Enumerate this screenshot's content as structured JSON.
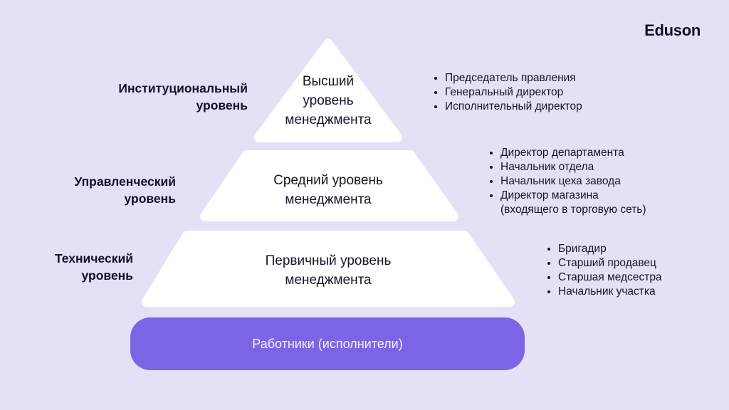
{
  "logo": "Eduson",
  "colors": {
    "background": "#E4E0F6",
    "pyramid_fill": "#FFFFFF",
    "banner_fill": "#7D64E4",
    "text_dark": "#14102A",
    "banner_text": "#F4F1FD"
  },
  "levels": [
    {
      "side_label": "Институциональный\nуровень",
      "pyramid_label": "Высший\nуровень\nменеджмента",
      "roles": [
        "Председатель правления",
        "Генеральный директор",
        "Исполнительный директор"
      ]
    },
    {
      "side_label": "Управленческий\nуровень",
      "pyramid_label": "Средний уровень\nменеджмента",
      "roles": [
        "Директор департамента",
        "Начальник отдела",
        "Начальник цеха завода",
        "Директор магазина\n(входящего в торговую сеть)"
      ]
    },
    {
      "side_label": "Технический\nуровень",
      "pyramid_label": "Первичный уровень\nменеджмента",
      "roles": [
        "Бригадир",
        "Старший продавец",
        "Старшая медсестра",
        "Начальник участка"
      ]
    }
  ],
  "banner": {
    "label": "Работники (исполнители)"
  }
}
